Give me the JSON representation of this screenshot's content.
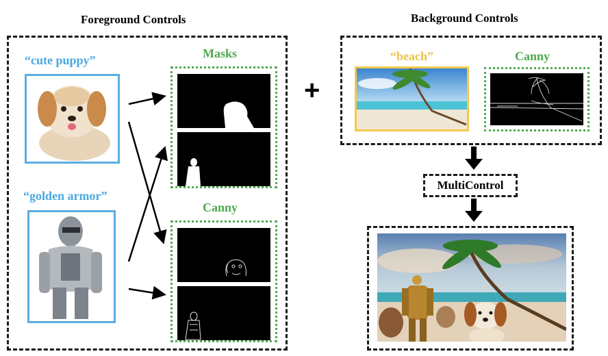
{
  "foreground": {
    "title": "Foreground Controls",
    "prompt_1": "“cute puppy”",
    "prompt_2": "“golden armor”",
    "masks_label": "Masks",
    "canny_label": "Canny"
  },
  "plus_sign": "+",
  "background": {
    "title": "Background Controls",
    "prompt": "“beach”",
    "canny_label": "Canny"
  },
  "multicontrol_label": "MultiControl",
  "colors": {
    "prompt_blue": "#4aa8e0",
    "prompt_gold": "#eac34a",
    "label_green": "#4fa94f",
    "frame_blue": "#5aaee0",
    "frame_gold": "#f2c94c"
  }
}
